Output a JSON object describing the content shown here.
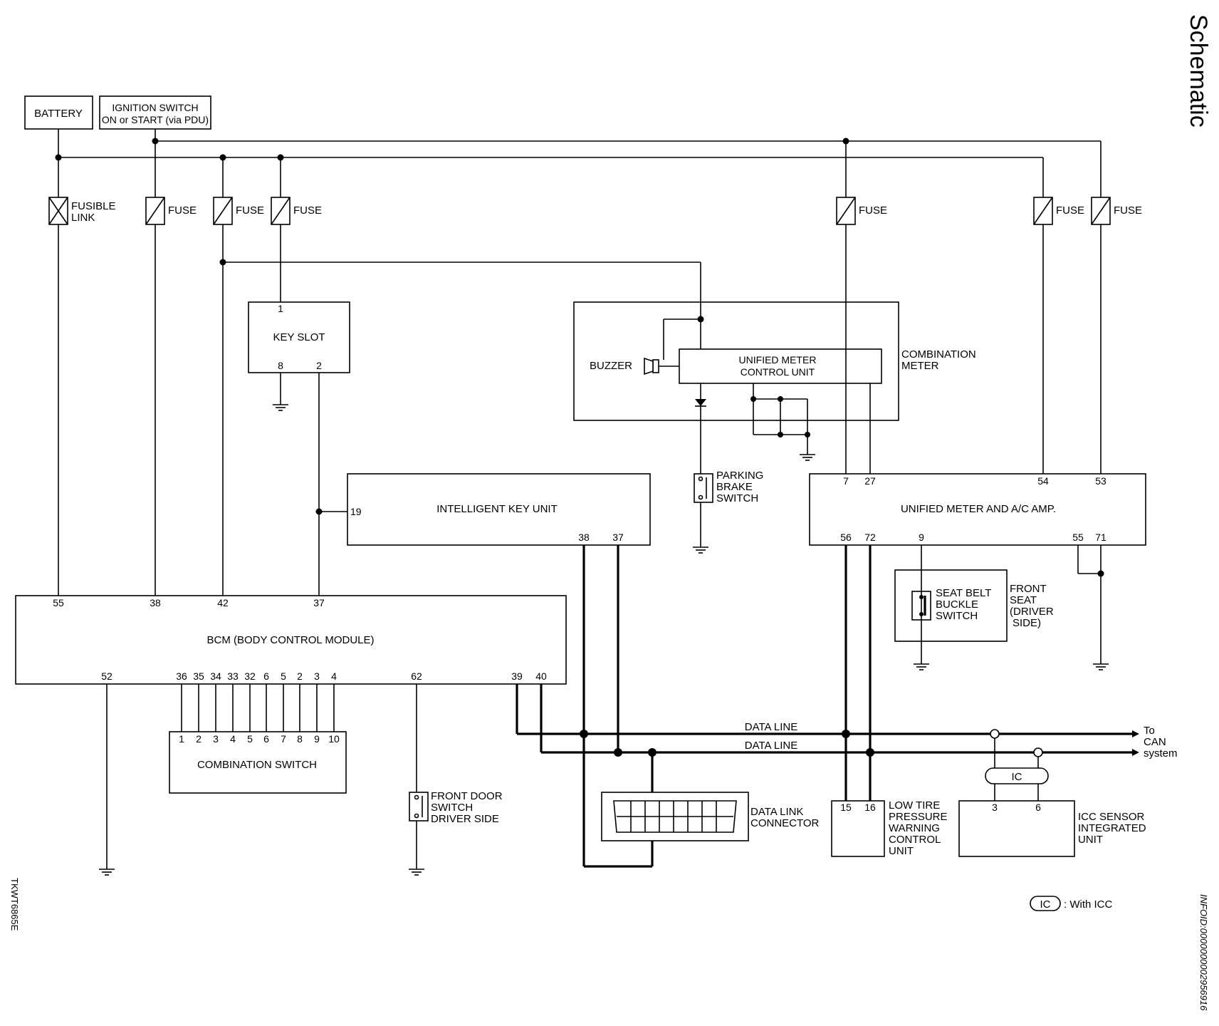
{
  "page": {
    "heading": "Schematic",
    "side_code": "INFOID:0000000002956916",
    "figure_code": "TKWT6865E"
  },
  "sources": {
    "battery": "BATTERY",
    "ignition_line1": "IGNITION SWITCH",
    "ignition_line2": "ON or START (via PDU)"
  },
  "fuses": {
    "fusible_link_line1": "FUSIBLE",
    "fusible_link_line2": "LINK",
    "fuse": "FUSE"
  },
  "components": {
    "key_slot": {
      "name": "KEY SLOT",
      "pins": [
        "1",
        "8",
        "2"
      ]
    },
    "combination_meter": {
      "line1": "COMBINATION",
      "line2": "METER"
    },
    "buzzer": "BUZZER",
    "unified_meter_control": {
      "line1": "UNIFIED METER",
      "line2": "CONTROL UNIT"
    },
    "parking_brake": {
      "line1": "PARKING",
      "line2": "BRAKE",
      "line3": "SWITCH"
    },
    "intelligent_key": {
      "name": "INTELLIGENT KEY UNIT",
      "pins": [
        "19",
        "38",
        "37"
      ]
    },
    "unified_meter_ac": {
      "name": "UNIFIED METER AND A/C AMP.",
      "pins_top": [
        "7",
        "27",
        "54",
        "53"
      ],
      "pins_bottom": [
        "56",
        "72",
        "9",
        "55",
        "71"
      ]
    },
    "seat_belt": {
      "line1": "SEAT BELT",
      "line2": "BUCKLE",
      "line3": "SWITCH"
    },
    "front_seat": {
      "line1": "FRONT",
      "line2": "SEAT",
      "line3": "(DRIVER",
      "line4": "SIDE)"
    },
    "bcm": {
      "name": "BCM (BODY CONTROL MODULE)",
      "pins_top": [
        "55",
        "38",
        "42",
        "37"
      ],
      "pins_bottom": [
        "52",
        "36",
        "35",
        "34",
        "33",
        "32",
        "6",
        "5",
        "2",
        "3",
        "4",
        "62",
        "39",
        "40"
      ]
    },
    "combination_switch": {
      "name": "COMBINATION SWITCH",
      "pins": [
        "1",
        "2",
        "3",
        "4",
        "5",
        "6",
        "7",
        "8",
        "9",
        "10"
      ]
    },
    "front_door": {
      "line1": "FRONT DOOR",
      "line2": "SWITCH",
      "line3": "DRIVER SIDE"
    },
    "data_link": {
      "line1": "DATA LINK",
      "line2": "CONNECTOR"
    },
    "low_tire": {
      "line1": "LOW TIRE",
      "line2": "PRESSURE",
      "line3": "WARNING",
      "line4": "CONTROL",
      "line5": "UNIT",
      "pins": [
        "15",
        "16"
      ]
    },
    "icc_sensor": {
      "line1": "ICC SENSOR",
      "line2": "INTEGRATED",
      "line3": "UNIT",
      "pins": [
        "3",
        "6"
      ]
    }
  },
  "bus": {
    "data_line": "DATA LINE",
    "to_can_line1": "To",
    "to_can_line2": "CAN",
    "to_can_line3": "system",
    "ic_tag": "IC"
  },
  "legend": {
    "symbol": "IC",
    "text": ": With ICC"
  }
}
